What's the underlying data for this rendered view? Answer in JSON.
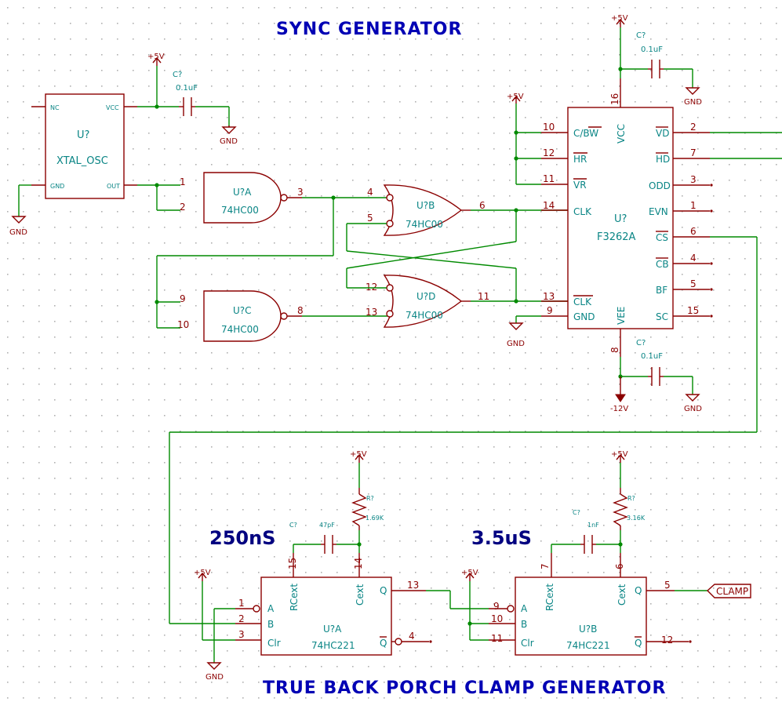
{
  "titles": {
    "sync": "SYNC GENERATOR",
    "clamp": "TRUE BACK PORCH CLAMP GENERATOR",
    "delay1": "250nS",
    "delay2": "3.5uS"
  },
  "osc": {
    "ref": "U?",
    "value": "XTAL_OSC",
    "pin_nc": "NC",
    "pin_vcc": "VCC",
    "pin_gnd": "GND",
    "pin_out": "OUT"
  },
  "nand_a": {
    "ref": "U?A",
    "value": "74HC00",
    "pins": [
      "1",
      "2",
      "3"
    ]
  },
  "nand_c": {
    "ref": "U?C",
    "value": "74HC00",
    "pins": [
      "9",
      "10",
      "8"
    ]
  },
  "or_b": {
    "ref": "U?B",
    "value": "74HC00",
    "pins": [
      "4",
      "5",
      "6"
    ]
  },
  "or_d": {
    "ref": "U?D",
    "value": "74HC00",
    "pins": [
      "12",
      "13",
      "11"
    ]
  },
  "sync_ic": {
    "ref": "U?",
    "value": "F3262A",
    "left_pins": [
      {
        "num": "10",
        "name": "C/BW"
      },
      {
        "num": "12",
        "name": "HR"
      },
      {
        "num": "11",
        "name": "VR"
      },
      {
        "num": "14",
        "name": "CLK"
      },
      {
        "num": "13",
        "name": "CLK"
      },
      {
        "num": "9",
        "name": "GND"
      }
    ],
    "right_pins": [
      {
        "num": "2",
        "name": "VD"
      },
      {
        "num": "7",
        "name": "HD"
      },
      {
        "num": "3",
        "name": "ODD"
      },
      {
        "num": "1",
        "name": "EVN"
      },
      {
        "num": "6",
        "name": "CS"
      },
      {
        "num": "4",
        "name": "CB"
      },
      {
        "num": "5",
        "name": "BF"
      },
      {
        "num": "15",
        "name": "SC"
      }
    ],
    "vcc": {
      "num": "16",
      "name": "VCC"
    },
    "vee": {
      "num": "8",
      "name": "VEE"
    }
  },
  "mono_a": {
    "ref": "U?A",
    "value": "74HC221",
    "pins": {
      "a": "1",
      "b": "2",
      "clr": "3",
      "q": "13",
      "qbar": "4",
      "rcext": "15",
      "cext": "14"
    },
    "names": {
      "a": "A",
      "b": "B",
      "clr": "Clr",
      "q": "Q",
      "qbar": "Q",
      "rcext": "RCext",
      "cext": "Cext"
    }
  },
  "mono_b": {
    "ref": "U?B",
    "value": "74HC221",
    "pins": {
      "a": "9",
      "b": "10",
      "clr": "11",
      "q": "5",
      "qbar": "12",
      "rcext": "7",
      "cext": "6"
    },
    "names": {
      "a": "A",
      "b": "B",
      "clr": "Clr",
      "q": "Q",
      "qbar": "Q",
      "rcext": "RCext",
      "cext": "Cext"
    }
  },
  "caps": [
    {
      "ref": "C?",
      "value": "0.1uF"
    },
    {
      "ref": "C?",
      "value": "0.1uF"
    },
    {
      "ref": "C?",
      "value": "0.1uF"
    },
    {
      "ref": "C?",
      "value": "47pF"
    },
    {
      "ref": "C?",
      "value": "1nF"
    }
  ],
  "resistors": [
    {
      "ref": "R?",
      "value": "1.69K"
    },
    {
      "ref": "R?",
      "value": "3.16K"
    }
  ],
  "power": {
    "p5v": "+5V",
    "gnd": "GND",
    "n12v": "-12V"
  },
  "clamp_label": "CLAMP"
}
